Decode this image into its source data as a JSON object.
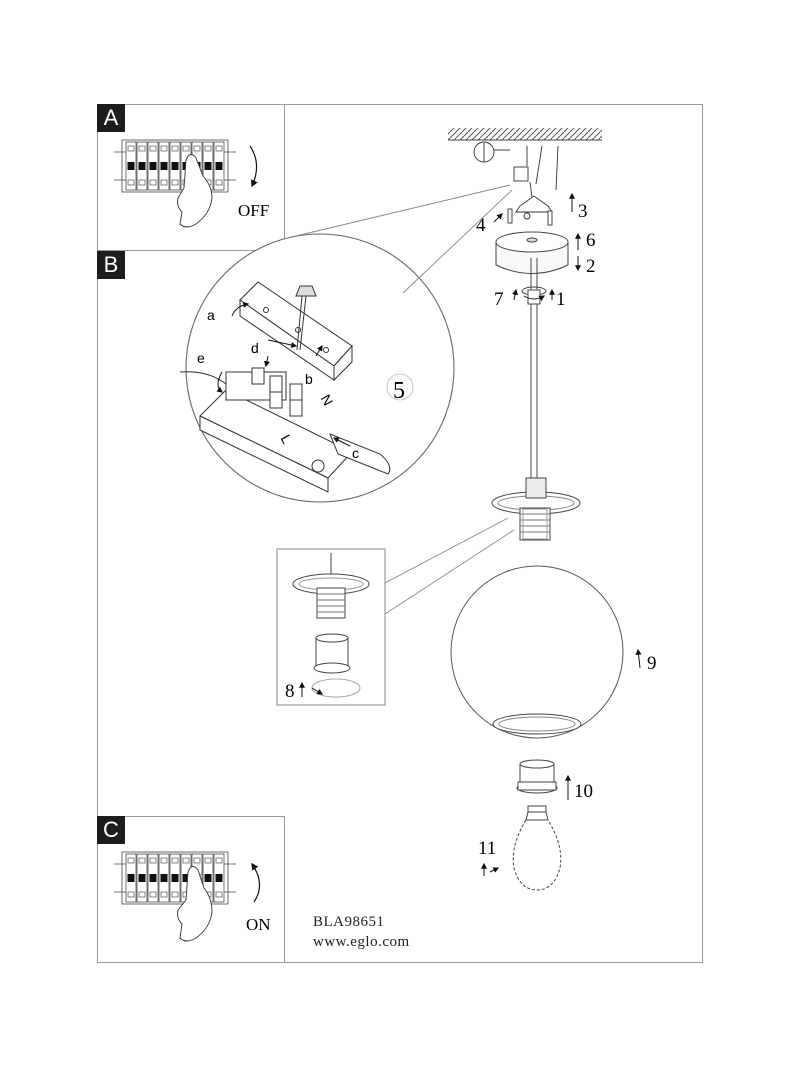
{
  "steps": {
    "a": {
      "label": "A",
      "switch_text": "OFF"
    },
    "b": {
      "label": "B"
    },
    "c": {
      "label": "C",
      "switch_text": "ON"
    }
  },
  "detail_callouts": [
    "a",
    "b",
    "c",
    "d",
    "e"
  ],
  "wire_labels": {
    "neutral": "N",
    "live": "L"
  },
  "step_numbers": [
    "1",
    "2",
    "3",
    "4",
    "5",
    "6",
    "7",
    "8",
    "9",
    "10",
    "11"
  ],
  "footer": {
    "article_number": "BLA98651",
    "website": "www.eglo.com"
  }
}
